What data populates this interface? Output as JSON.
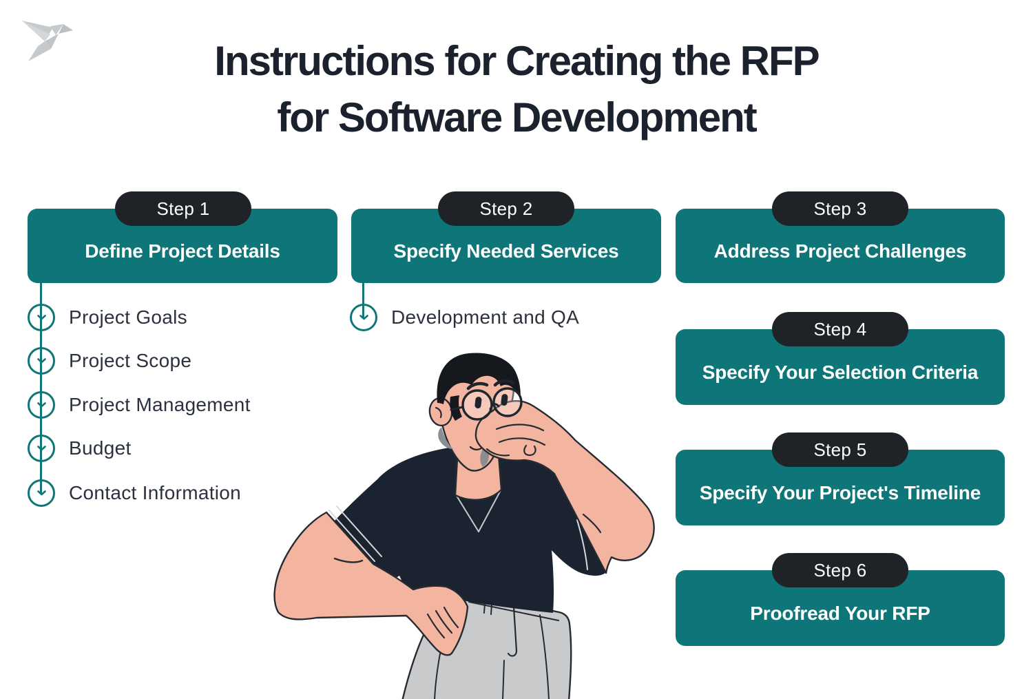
{
  "page": {
    "title_line1": "Instructions for Creating the RFP",
    "title_line2": "for Software Development"
  },
  "logo": {
    "label": "origami bird logo"
  },
  "theme": {
    "teal": "#0E7579",
    "badge_bg": "#1F2226",
    "title_color": "#1B222D",
    "item_text_color": "#2B323E",
    "header_text_color": "#FFFFFF",
    "logo_gray": "#C7CACC"
  },
  "icons": {
    "list_bullet": "chevron-down-circle-icon"
  },
  "steps": [
    {
      "badge": "Step 1",
      "title": "Define Project Details",
      "items": [
        "Project Goals",
        "Project Scope",
        "Project Management",
        "Budget",
        "Contact Information"
      ]
    },
    {
      "badge": "Step 2",
      "title": "Specify Needed Services",
      "items": [
        "Development and QA"
      ]
    },
    {
      "badge": "Step 3",
      "title": "Address Project Challenges",
      "items": []
    },
    {
      "badge": "Step 4",
      "title": "Specify Your Selection Criteria",
      "items": []
    },
    {
      "badge": "Step 5",
      "title": "Specify Your Project's Timeline",
      "items": []
    },
    {
      "badge": "Step 6",
      "title": "Proofread Your RFP",
      "items": []
    }
  ],
  "illustration": {
    "alt": "man with glasses thinking, hand on chin, hand on hip"
  }
}
